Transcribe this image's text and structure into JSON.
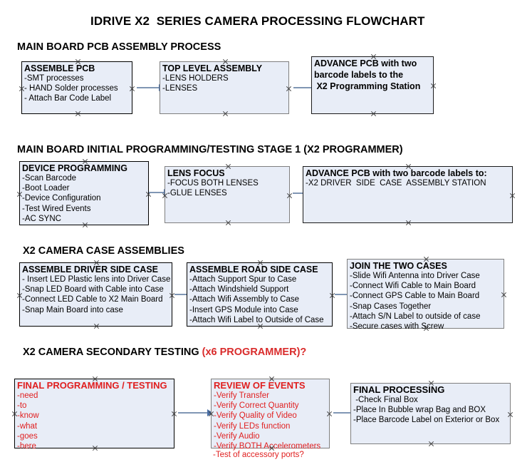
{
  "title": "IDRIVE X2  SERIES CAMERA PROCESSING FLOWCHART",
  "colors": {
    "node_fill": "#e8edf7",
    "node_border": "#000000",
    "node_border_grey": "#7f7f7f",
    "accent_red": "#e01f1f",
    "connector": "#8096b4",
    "text": "#000000"
  },
  "sections": [
    {
      "heading": "MAIN BOARD PCB ASSEMBLY PROCESS",
      "heading_accent": "",
      "nodes": [
        {
          "title": "ASSEMBLE PCB",
          "items": [
            "-SMT processes",
            "- HAND Solder processes",
            "- Attach Bar Code Label"
          ]
        },
        {
          "title": "TOP LEVEL ASSEMBLY",
          "items": [
            "-LENS HOLDERS",
            "-LENSES"
          ]
        },
        {
          "title": "ADVANCE PCB with two",
          "items": [
            "barcode labels to the",
            " X2 Programming Station"
          ]
        }
      ]
    },
    {
      "heading": "MAIN BOARD INITIAL PROGRAMMING/TESTING STAGE 1 (X2 PROGRAMMER)",
      "heading_accent": "",
      "nodes": [
        {
          "title": "DEVICE PROGRAMMING",
          "items": [
            "-Scan Barcode",
            "-Boot Loader",
            "-Device Configuration",
            "-Test Wired Events",
            "-AC SYNC"
          ]
        },
        {
          "title": "LENS FOCUS",
          "items": [
            "-FOCUS BOTH LENSES",
            "-GLUE LENSES"
          ]
        },
        {
          "title": "ADVANCE PCB with two barcode labels to:",
          "items": [
            "-X2 DRIVER  SIDE  CASE  ASSEMBLY STATION"
          ]
        }
      ]
    },
    {
      "heading": "X2 CAMERA CASE ASSEMBLIES",
      "heading_accent": "",
      "nodes": [
        {
          "title": "ASSEMBLE DRIVER SIDE CASE",
          "items": [
            "- Insert LED Plastic lens into Driver Case",
            "-Snap LED Board with Cable into Case",
            "-Connect LED Cable to X2 Main Board",
            "-Snap Main Board into case"
          ]
        },
        {
          "title": "ASSEMBLE ROAD SIDE CASE",
          "items": [
            "-Attach Support Spur to Case",
            "-Attach Windshield Support",
            "-Attach Wifi Assembly to Case",
            "-Insert GPS Module into Case",
            "-Attach Wifi Label to Outside of Case"
          ]
        },
        {
          "title": "JOIN THE TWO CASES",
          "items": [
            "-Slide Wifi Antenna into Driver Case",
            "-Connect Wifi Cable to Main Board",
            "-Connect GPS Cable to Main Board",
            "-Snap Cases Together",
            "-Attach S/N Label to outside of case",
            "-Secure cases with Screw"
          ]
        }
      ]
    },
    {
      "heading": "X2 CAMERA SECONDARY TESTING ",
      "heading_accent": "(x6 PROGRAMMER)?",
      "nodes": [
        {
          "title": "FINAL PROGRAMMING / TESTING",
          "items": [
            "-need",
            "-to",
            "-know",
            "-what",
            "-goes",
            "-here"
          ]
        },
        {
          "title": "REVIEW OF EVENTS",
          "items": [
            "-Verify Transfer",
            "-Verify Correct Quantity",
            "-Verify Quality of Video",
            "-Verify LEDs function",
            "-Verify Audio",
            "-Verify BOTH Accelerometers"
          ],
          "overflow_item": "-Test of accessory ports?"
        },
        {
          "title": "FINAL PROCESSING",
          "items": [
            " -Check Final Box",
            "-Place In Bubble wrap Bag and BOX",
            "-Place Barcode Label on Exterior or Box"
          ]
        }
      ]
    }
  ]
}
